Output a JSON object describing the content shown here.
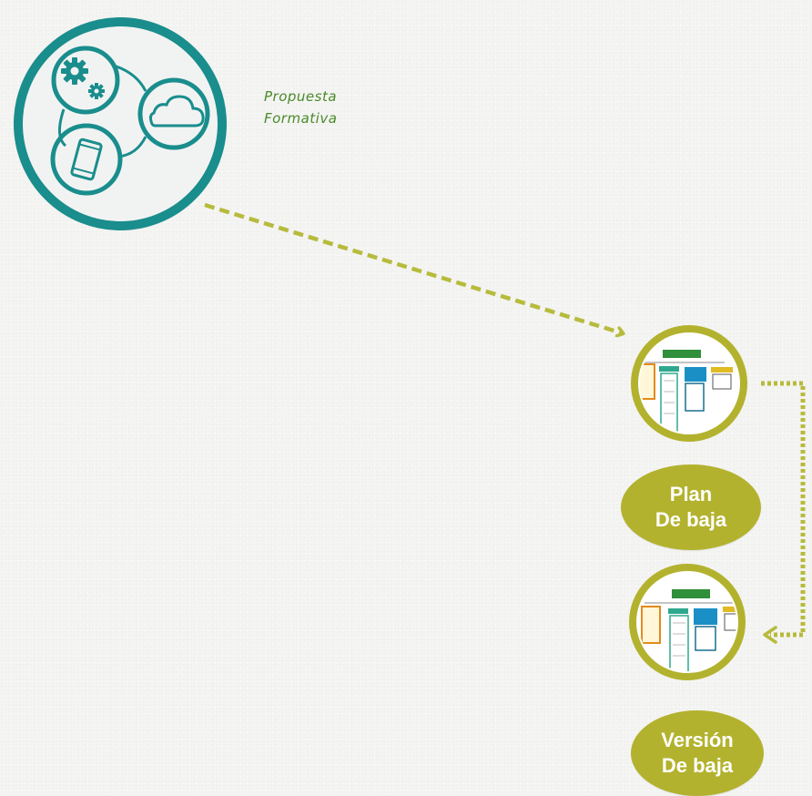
{
  "topic": {
    "label_lines": [
      "Propuesta",
      "Formativa"
    ]
  },
  "nodes": [
    {
      "id": "plan",
      "label_lines": [
        "Plan",
        "De baja"
      ]
    },
    {
      "id": "version",
      "label_lines": [
        "Versión",
        "De baja"
      ]
    }
  ],
  "colors": {
    "teal": "#1a8d8d",
    "olive": "#b3b22e",
    "arrow": "#b7bb3c",
    "topic_text": "#4a8a2a",
    "background": "#f4f4f2"
  },
  "icons": [
    "gears-icon",
    "cloud-icon",
    "mobile-phone-icon",
    "org-chart-thumbnail-icon"
  ]
}
